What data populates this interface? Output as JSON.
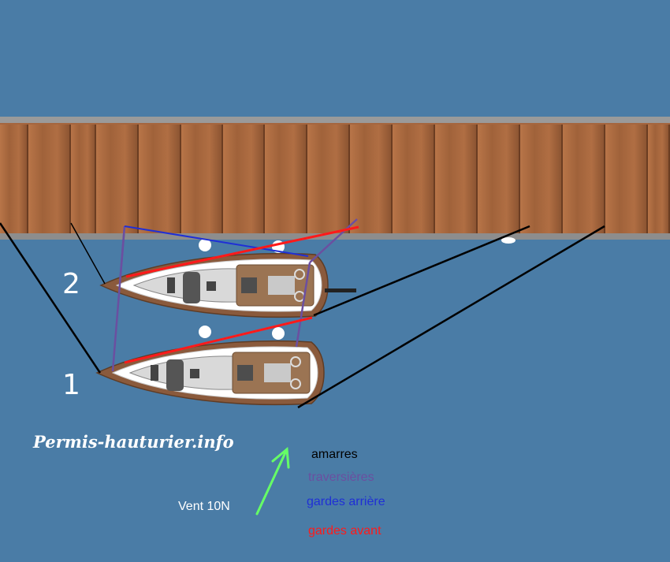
{
  "boats": [
    {
      "number": "2"
    },
    {
      "number": "1"
    }
  ],
  "website": "Permis-hauturier.info",
  "wind": {
    "label": "Vent 10N",
    "color": "#66ff66"
  },
  "legend": [
    {
      "label": "amarres",
      "color": "#000000"
    },
    {
      "label": "traversières",
      "color": "#6b4fa0"
    },
    {
      "label": "gardes arrière",
      "color": "#1f2fd6"
    },
    {
      "label": "gardes avant",
      "color": "#ff1a1a"
    }
  ],
  "colors": {
    "water": "#4a7ca6",
    "dock_wood": "#a5663f",
    "dock_edge": "#9a9a9a",
    "hull": "#8a5a3c",
    "deck": "#ffffff",
    "fender": "#ffffff",
    "amarres": "#000000",
    "traversieres": "#6b4fa0",
    "gardes_arriere": "#1f2fd6",
    "gardes_avant": "#ff1a1a"
  }
}
